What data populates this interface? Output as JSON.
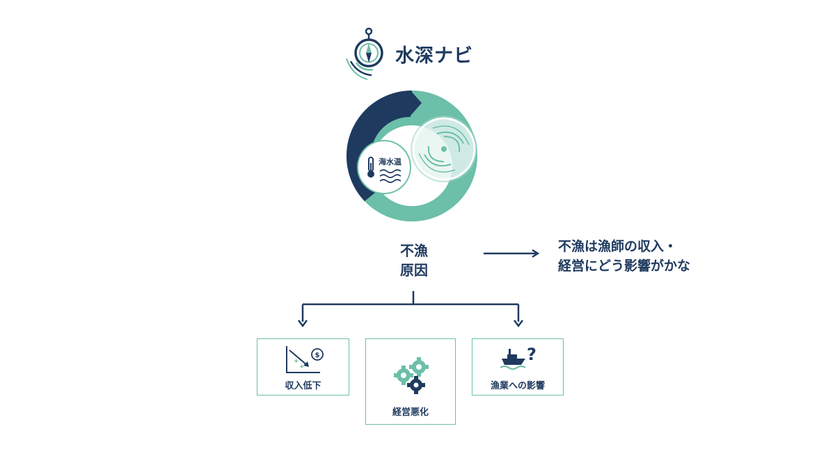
{
  "logo": {
    "text": "水深ナビ",
    "icon": "compass-icon"
  },
  "cycle": {
    "temp_label": "海水温",
    "segments": [
      "navy",
      "teal"
    ],
    "icons": [
      "thermometer-icon",
      "wave-icon",
      "typhoon-icon"
    ]
  },
  "root": {
    "line1": "不漁",
    "line2": "原因"
  },
  "side": {
    "line1": "不漁は漁師の収入・",
    "line2": "経営にどう影響がかな"
  },
  "boxes": [
    {
      "label": "収入低下",
      "icon": "declining-chart-dollar-icon"
    },
    {
      "label": "経営悪化",
      "icon": "gears-icon"
    },
    {
      "label": "漁業への影響",
      "icon": "boat-question-icon"
    }
  ],
  "colors": {
    "navy": "#1f3a5f",
    "teal": "#6cbfa8",
    "teal_light": "#9fd6c4",
    "green": "#3fa06f"
  }
}
